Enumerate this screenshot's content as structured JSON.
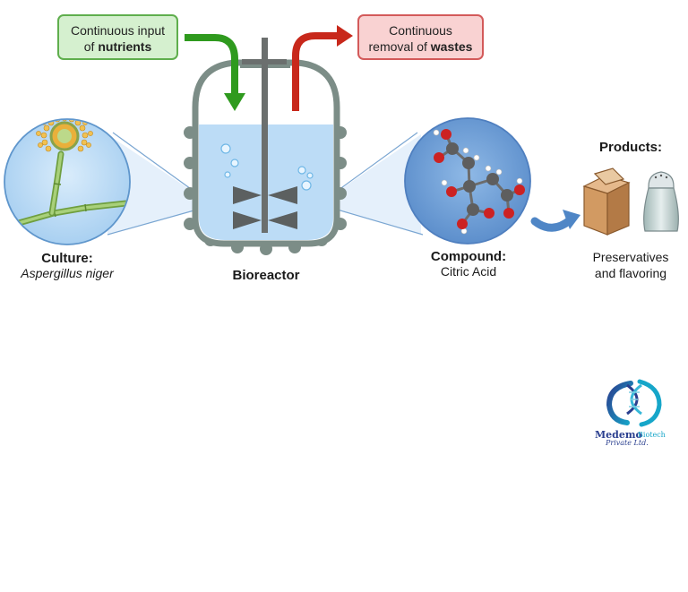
{
  "boxes": {
    "nutrients_line1": "Continuous input",
    "nutrients_line2_prefix": "of ",
    "nutrients_line2_bold": "nutrients",
    "wastes_line1": "Continuous",
    "wastes_line2_prefix": "removal of ",
    "wastes_line2_bold": "wastes"
  },
  "culture": {
    "heading": "Culture:",
    "organism": "Aspergillus niger"
  },
  "bioreactor": {
    "label": "Bioreactor"
  },
  "compound": {
    "heading": "Compound:",
    "name": "Citric Acid"
  },
  "products": {
    "heading": "Products:",
    "line1": "Preservatives",
    "line2": "and flavoring"
  },
  "logo": {
    "name": "Medemo",
    "tag": "Biotech",
    "line2": "Private Ltd."
  },
  "colors": {
    "input_green": "#2f9a1e",
    "output_red": "#c8281b",
    "vessel_gray": "#7c8d87",
    "medium_blue": "#bcdcf6",
    "arrow_blue": "#4f86c6"
  },
  "icons": {
    "mold": "aspergillus-conidiophore-icon",
    "molecule": "citric-acid-molecule-icon",
    "carton": "carton-icon",
    "shaker": "salt-shaker-icon"
  }
}
